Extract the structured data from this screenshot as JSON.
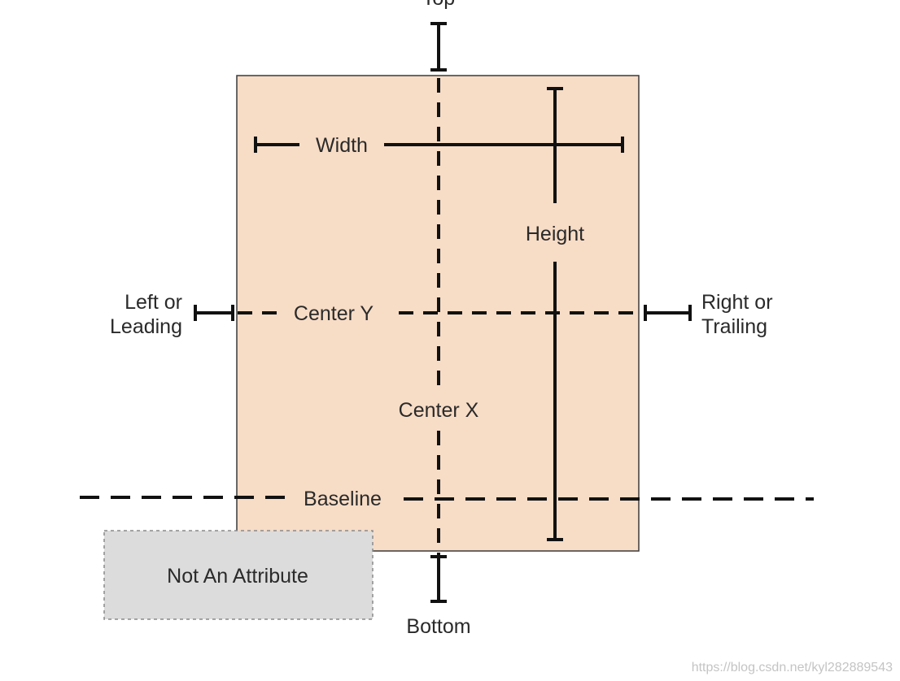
{
  "labels": {
    "top": "Top",
    "width": "Width",
    "height": "Height",
    "left_line1": "Left or",
    "left_line2": "Leading",
    "center_y": "Center Y",
    "right_line1": "Right or",
    "right_line2": "Trailing",
    "center_x": "Center X",
    "baseline": "Baseline",
    "not_an_attribute": "Not An Attribute",
    "bottom": "Bottom"
  },
  "watermark": "https://blog.csdn.net/kyl282889543",
  "colors": {
    "view_fill": "#f7dcc6",
    "view_stroke": "#3a3a3a",
    "not_attr_fill": "#dcdcdc",
    "not_attr_stroke": "#8a8a8a",
    "line": "#111111"
  }
}
